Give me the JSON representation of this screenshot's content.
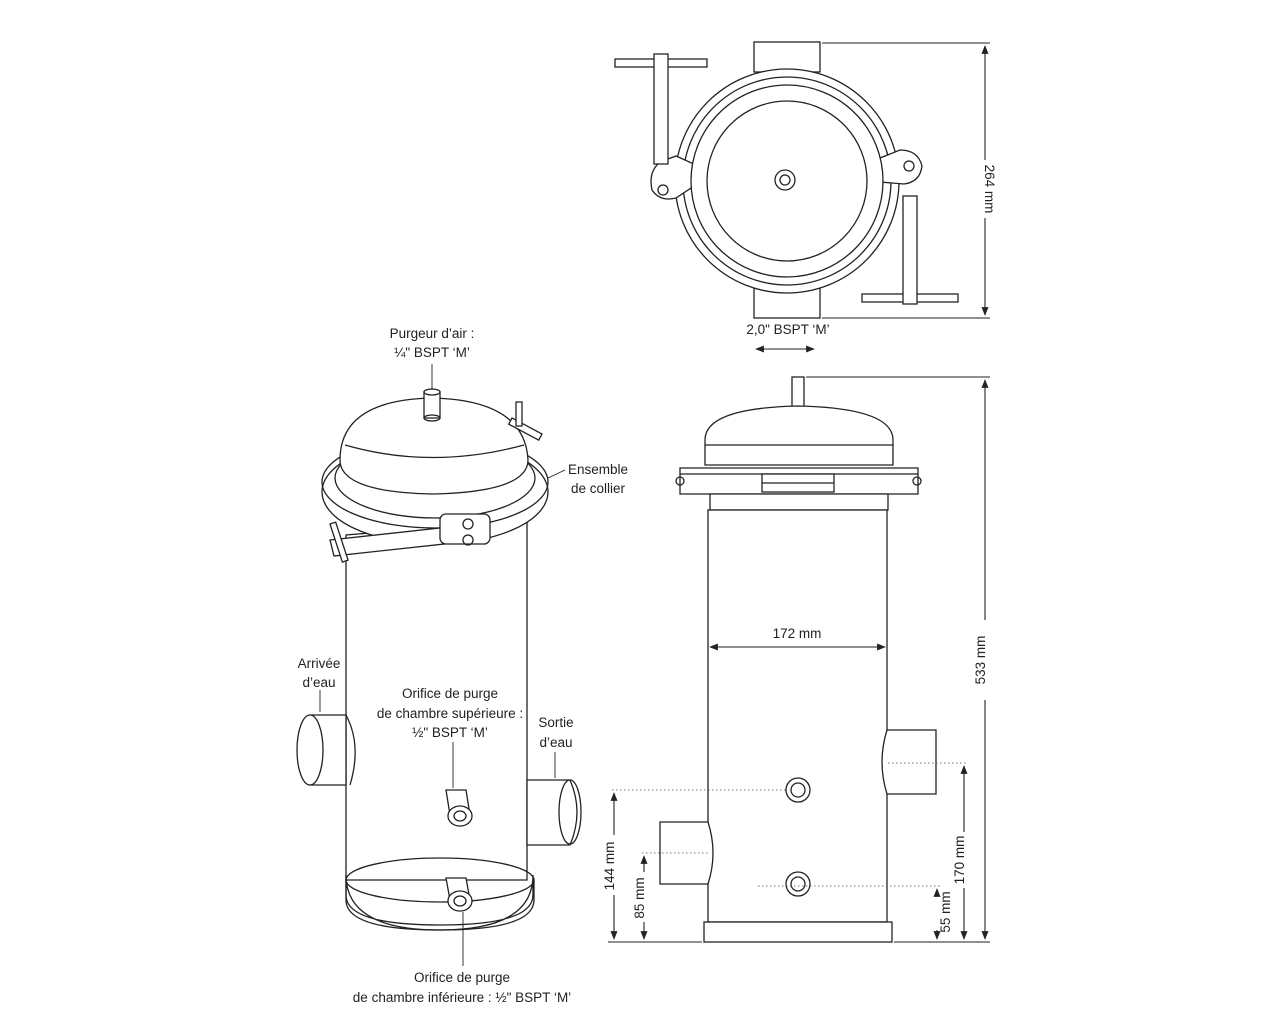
{
  "labels": {
    "purgeur_line1": "Purgeur d’air :",
    "purgeur_line2": "¼\" BSPT ‘M’",
    "ensemble_line1": "Ensemble",
    "ensemble_line2": "de collier",
    "arrivee_line1": "Arrivée",
    "arrivee_line2": "d’eau",
    "orifice_sup_line1": "Orifice de purge",
    "orifice_sup_line2": "de chambre supérieure :",
    "orifice_sup_line3": "½\" BSPT ‘M’",
    "sortie_line1": "Sortie",
    "sortie_line2": "d’eau",
    "orifice_inf_line1": "Orifice de purge",
    "orifice_inf_line2": "de chambre inférieure : ½\" BSPT ‘M’",
    "port_size": "2,0\" BSPT ‘M’"
  },
  "dimensions": {
    "top_height": "264 mm",
    "total_height": "533 mm",
    "diameter": "172 mm",
    "d144": "144 mm",
    "d85": "85 mm",
    "d170": "170 mm",
    "d55": "55 mm"
  }
}
